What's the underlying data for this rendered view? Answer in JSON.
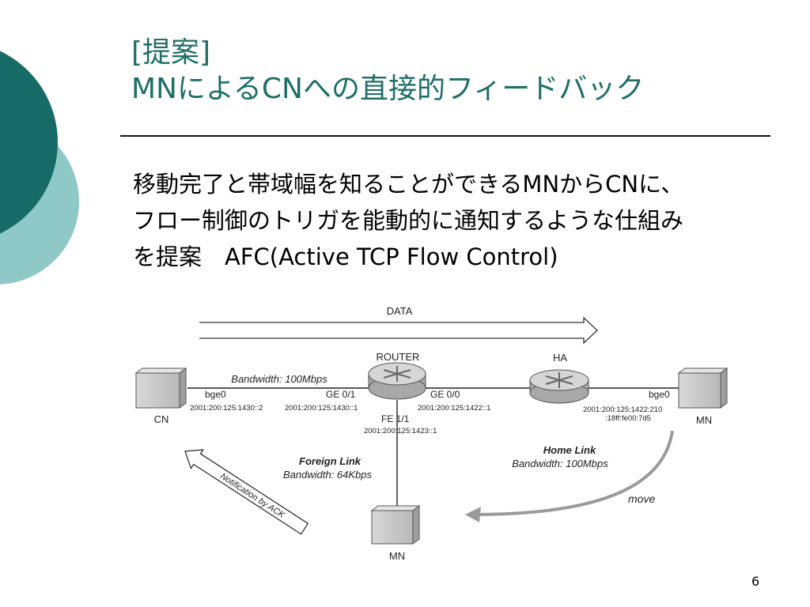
{
  "slide": {
    "title_line1": "[提案]",
    "title_line2": "MNによるCNへの直接的フィードバック",
    "body_line1": "移動完了と帯域幅を知ることができるMNからCNに、",
    "body_line2": "フロー制御のトリガを能動的に通知するような仕組み",
    "body_line3": "を提案　AFC(Active TCP Flow Control)",
    "page_number": "6"
  },
  "diagram": {
    "data_label": "DATA",
    "router_label": "ROUTER",
    "ha_label": "HA",
    "cn_label": "CN",
    "mn_right_label": "MN",
    "mn_bottom_label": "MN",
    "bandwidth_top": "Bandwidth: 100Mbps",
    "cn_iface": "bge0",
    "router_ge01": "GE 0/1",
    "router_ge00": "GE 0/0",
    "mn_iface": "bge0",
    "cn_addr": "2001:200:125:1430::2",
    "router_ge01_addr": "2001:200:125:1430::1",
    "router_ge00_addr": "2001:200:125:1422::1",
    "mn_addr_line1": "2001:200:125:1422:210",
    "mn_addr_line2": ":18ff:fe00:7d5",
    "fe_label": "FE 1/1",
    "fe_addr": "2001:200:125:1423::1",
    "home_link_title": "Home Link",
    "home_link_bw": "Bandwidth: 100Mbps",
    "foreign_link_title": "Foreign Link",
    "foreign_link_bw": "Bandwidth: 64Kbps",
    "notification": "Notification by ACK",
    "move_label": "move"
  },
  "colors": {
    "title": "#1f6e68",
    "circle_dark": "#176b67",
    "circle_light": "#8ec9c8"
  }
}
